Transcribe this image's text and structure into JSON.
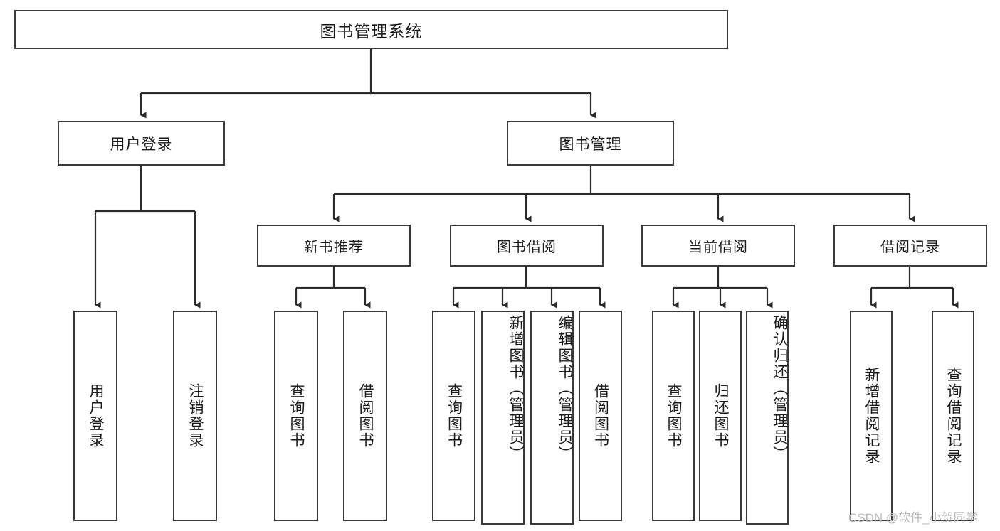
{
  "diagram": {
    "title": "图书管理系统",
    "type": "tree-hierarchy-functional-decomposition",
    "root": {
      "id": "root",
      "label": "图书管理系统"
    },
    "level1": [
      {
        "id": "user-login",
        "label": "用户登录"
      },
      {
        "id": "book-management",
        "label": "图书管理"
      }
    ],
    "level2": [
      {
        "id": "new-book-recommend",
        "label": "新书推荐",
        "parent": "book-management"
      },
      {
        "id": "book-borrow",
        "label": "图书借阅",
        "parent": "book-management"
      },
      {
        "id": "current-borrow",
        "label": "当前借阅",
        "parent": "book-management"
      },
      {
        "id": "borrow-record",
        "label": "借阅记录",
        "parent": "book-management"
      }
    ],
    "leaves": [
      {
        "id": "leaf-user-login",
        "label": "用户登录",
        "parent": "user-login"
      },
      {
        "id": "leaf-user-logout",
        "label": "注销登录",
        "parent": "user-login"
      },
      {
        "id": "leaf-query-book-1",
        "label": "查询图书",
        "parent": "new-book-recommend"
      },
      {
        "id": "leaf-borrow-book-1",
        "label": "借阅图书",
        "parent": "new-book-recommend"
      },
      {
        "id": "leaf-query-book-2",
        "label": "查询图书",
        "parent": "book-borrow"
      },
      {
        "id": "leaf-add-book",
        "label": "新增图书（管理员）",
        "parent": "book-borrow"
      },
      {
        "id": "leaf-edit-book",
        "label": "编辑图书（管理员）",
        "parent": "book-borrow"
      },
      {
        "id": "leaf-borrow-book-2",
        "label": "借阅图书",
        "parent": "book-borrow"
      },
      {
        "id": "leaf-query-book-3",
        "label": "查询图书",
        "parent": "current-borrow"
      },
      {
        "id": "leaf-return-book",
        "label": "归还图书",
        "parent": "current-borrow"
      },
      {
        "id": "leaf-confirm-return",
        "label": "确认归还（管理员）",
        "parent": "current-borrow"
      },
      {
        "id": "leaf-add-record",
        "label": "新增借阅记录",
        "parent": "borrow-record"
      },
      {
        "id": "leaf-query-record",
        "label": "查询借阅记录",
        "parent": "borrow-record"
      }
    ]
  },
  "watermark": {
    "text": "CSDN @软件_小贺同学"
  },
  "colors": {
    "box_border": "#3a3a3a",
    "box_fill": "#ffffff",
    "edge": "#2b2b2b",
    "text": "#1b1b1b",
    "watermark": "#b9b9b9"
  }
}
